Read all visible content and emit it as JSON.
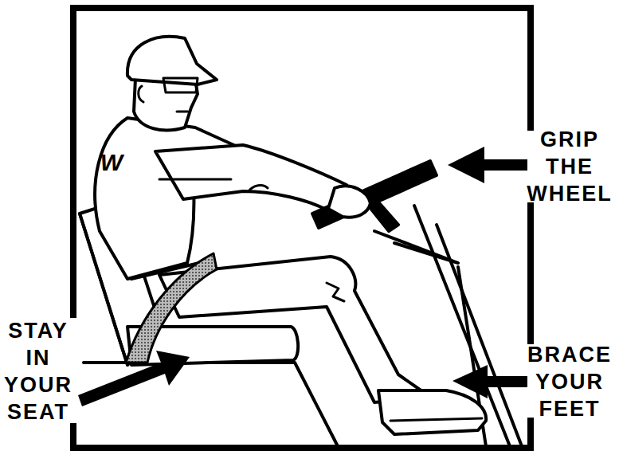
{
  "diagram": {
    "labels": [
      "GRIP THE WHEEL",
      "STAY IN YOUR SEAT",
      "BRACE YOUR FEET",
      "W"
    ]
  }
}
